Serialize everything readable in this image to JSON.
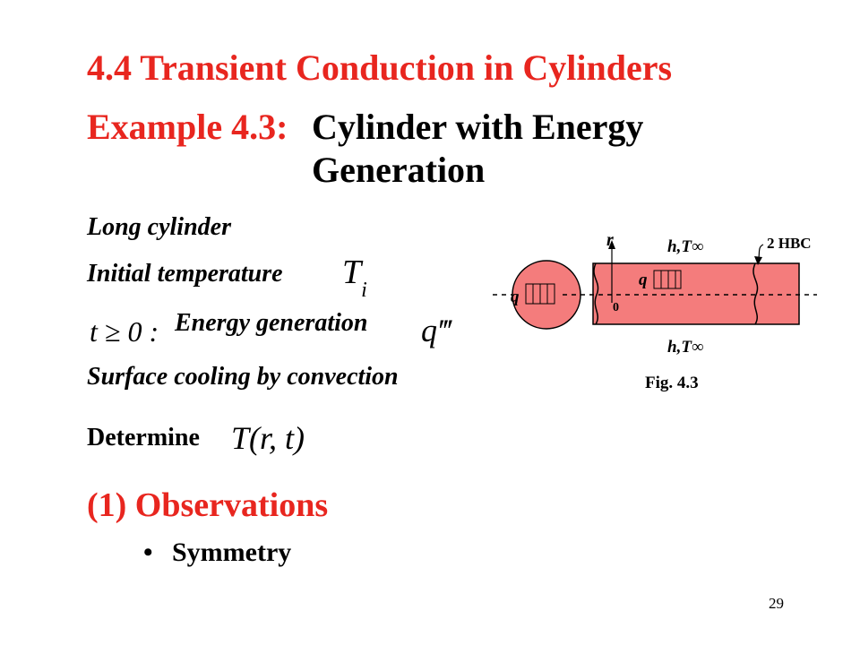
{
  "title": "4.4 Transient Conduction in Cylinders",
  "example": {
    "label": "Example 4.3:",
    "text_line1": "Cylinder with Energy",
    "text_line2": "Generation"
  },
  "items": {
    "long_cylinder": "Long cylinder",
    "initial_temperature": "Initial temperature",
    "initial_symbol": "T",
    "initial_subscript": "i",
    "time_condition": "t ≥ 0 :",
    "energy_generation": "Energy generation",
    "energy_symbol": "q‴",
    "surface_cooling": "Surface cooling by convection",
    "determine_label": "Determine",
    "determine_symbol": "T(r, t)"
  },
  "observations": {
    "heading": "(1) Observations",
    "bullets": [
      "Symmetry"
    ]
  },
  "figure": {
    "axis_label": "r",
    "origin_label": "0",
    "top_bc": "h,T∞",
    "bottom_bc": "h,T∞",
    "hbc_label": "2 HBC",
    "q_inside": "q",
    "q_circle": "q",
    "caption": "Fig. 4.3",
    "fill_color": "#f47c7c"
  },
  "colors": {
    "accent": "#e8261f",
    "text": "#000000"
  },
  "page_number": "29"
}
